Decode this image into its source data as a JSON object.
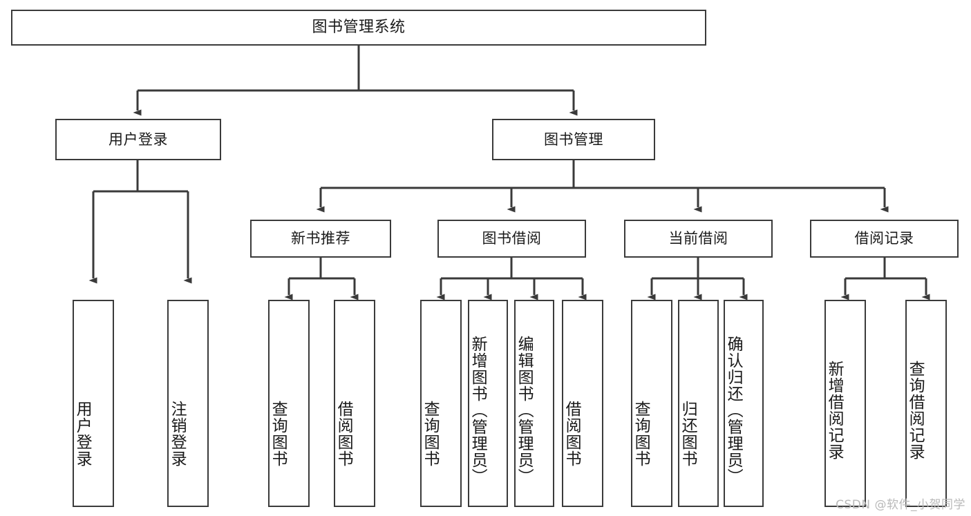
{
  "diagram": {
    "title": "图书管理系统",
    "type": "tree-hierarchy-chart",
    "watermark": "CSDN @软件_小贺同学",
    "colors": {
      "box_border": "#3a3a3a",
      "box_fill": "#ffffff",
      "text": "#1a1a1a",
      "edge": "#3a3a3a",
      "watermark": "#b9b9b9",
      "background": "#ffffff"
    },
    "nodes": {
      "root": {
        "label": "图书管理系统"
      },
      "level2": [
        {
          "id": "user-login",
          "label": "用户登录"
        },
        {
          "id": "book-manage",
          "label": "图书管理"
        }
      ],
      "level3": [
        {
          "id": "new-book-recommend",
          "label": "新书推荐"
        },
        {
          "id": "book-borrow",
          "label": "图书借阅"
        },
        {
          "id": "current-borrow",
          "label": "当前借阅"
        },
        {
          "id": "borrow-record",
          "label": "借阅记录"
        }
      ],
      "leaves": {
        "user_login": [
          {
            "id": "leaf-user-login",
            "label": "用户登录"
          },
          {
            "id": "leaf-logout-login",
            "label": "注销登录"
          }
        ],
        "new_book_recommend": [
          {
            "id": "leaf-query-book-1",
            "label": "查询图书"
          },
          {
            "id": "leaf-borrow-book-1",
            "label": "借阅图书"
          }
        ],
        "book_borrow": [
          {
            "id": "leaf-query-book-2",
            "label": "查询图书"
          },
          {
            "id": "leaf-add-book",
            "label": "新增图书（管理员）"
          },
          {
            "id": "leaf-edit-book",
            "label": "编辑图书（管理员）"
          },
          {
            "id": "leaf-borrow-book-2",
            "label": "借阅图书"
          }
        ],
        "current_borrow": [
          {
            "id": "leaf-query-book-3",
            "label": "查询图书"
          },
          {
            "id": "leaf-return-book",
            "label": "归还图书"
          },
          {
            "id": "leaf-confirm-return",
            "label": "确认归还（管理员）"
          }
        ],
        "borrow_record": [
          {
            "id": "leaf-add-record",
            "label": "新增借阅记录"
          },
          {
            "id": "leaf-query-record",
            "label": "查询借阅记录"
          }
        ]
      }
    }
  }
}
